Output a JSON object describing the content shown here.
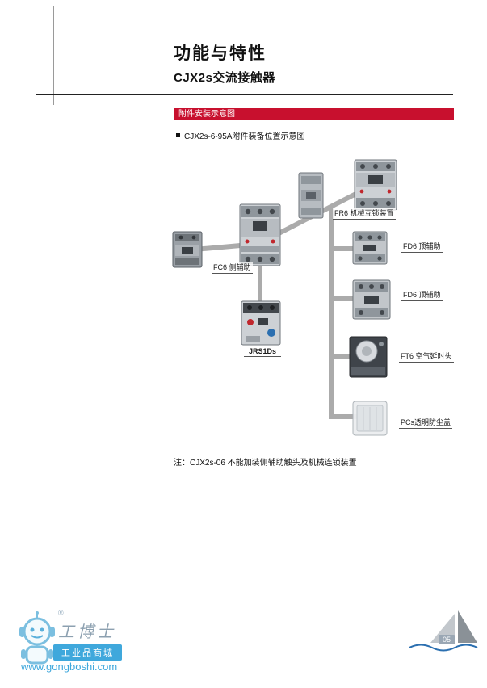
{
  "page": {
    "title": "功能与特性",
    "subtitle": "CJX2s交流接触器",
    "section_banner": "附件安装示意图",
    "bullet": "CJX2s-6-95A附件装备位置示意图",
    "note": "注：CJX2s-06 不能加装侧辅助触头及机械连锁装置"
  },
  "diagram": {
    "labels": {
      "fr6": "FR6 机械互锁装置",
      "fd6_top1": "FD6 顶辅助",
      "fd6_top2": "FD6 顶辅助",
      "fc6": "FC6 侧辅助",
      "jrs1ds": "JRS1Ds",
      "ft6": "FT6 空气延时头",
      "pcs": "PCs透明防尘盖"
    }
  },
  "footer": {
    "registered_mark": "®",
    "brand_name": "工博士",
    "brand_tagline": "工业品商城",
    "website": "www.gongboshi.com",
    "page_number": "05"
  },
  "colors": {
    "banner_red": "#c8102e",
    "link_blue": "#2b9fd9",
    "connector_gray": "#ababab"
  }
}
